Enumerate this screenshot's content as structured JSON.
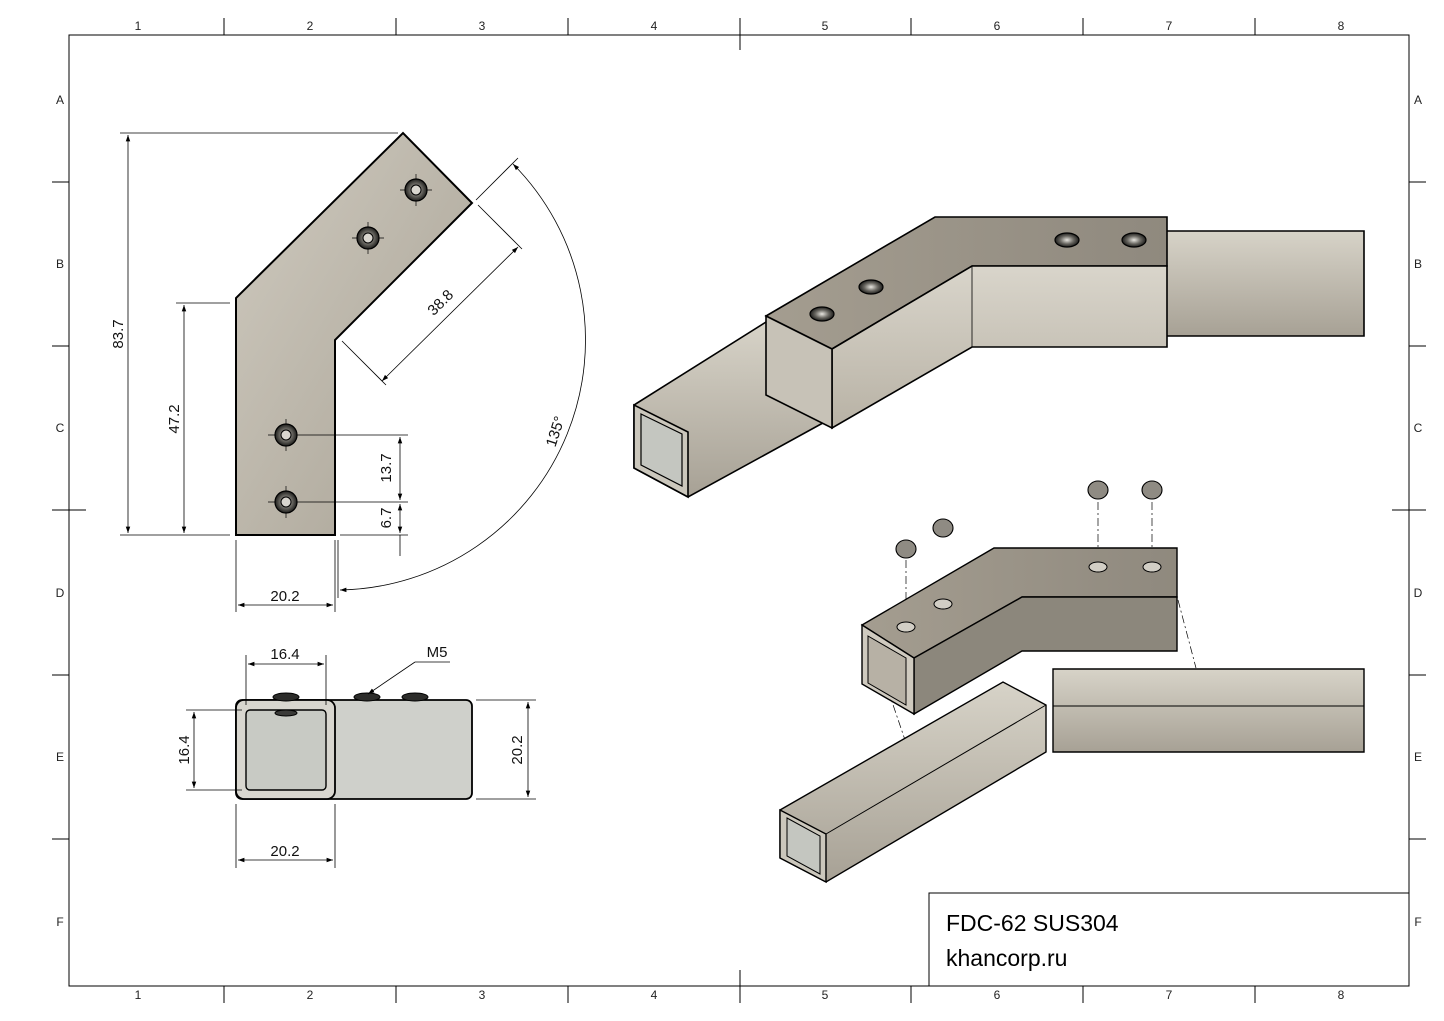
{
  "frame": {
    "col_labels": [
      "1",
      "2",
      "3",
      "4",
      "5",
      "6",
      "7",
      "8"
    ],
    "row_labels": [
      "A",
      "B",
      "C",
      "D",
      "E",
      "F"
    ]
  },
  "front_view": {
    "dim_height_total": "83.7",
    "dim_height_leg": "47.2",
    "dim_leg_length": "38.8",
    "dim_angle": "135°",
    "dim_hole_spacing": "13.7",
    "dim_hole_edge": "6.7",
    "dim_width": "20.2"
  },
  "end_view": {
    "dim_inner_width": "16.4",
    "dim_inner_height": "16.4",
    "dim_outer_height": "20.2",
    "dim_outer_width": "20.2",
    "thread_label": "M5"
  },
  "title_block": {
    "part_name": "FDC-62 SUS304",
    "website": "khancorp.ru"
  },
  "colors": {
    "metal_light": "#d6d2c8",
    "metal_mid": "#bdb6aa",
    "metal_dark": "#8e887d",
    "tube_interior": "#c8cac4",
    "line": "#000000"
  }
}
